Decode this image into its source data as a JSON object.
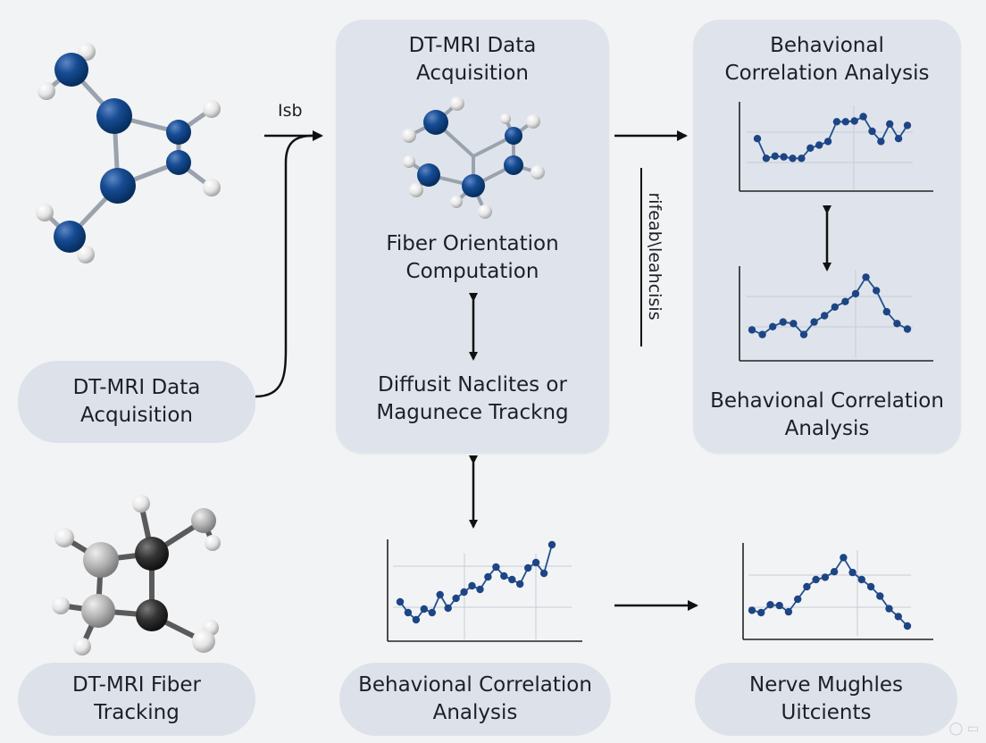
{
  "boxes": {
    "top_center_title": "DT-MRI Data\nAcquisition",
    "mid_center_label": "Fiber Orientation\nComputation",
    "lower_center_label": "Diffusit Naclites or\nMagunece Trackng",
    "top_right_title": "Behavional\nCorrelation Analysis",
    "right_bottom_label": "Behavional Correlation\nAnalysis",
    "left_pill": "DT-MRI Data\nAcquisition",
    "bottom_left_pill": "DT-MRI Fiber\nTracking",
    "bottom_center_pill": "Behavional Correlation\nAnalysis",
    "bottom_right_pill": "Nerve Mughles\nUitcients"
  },
  "connectors": {
    "arrow_label": "Isb",
    "vertical_label": "rifeab\\leahcisis"
  },
  "colors": {
    "panel": "#dfe4ec",
    "atom_blue": "#0d3f7d",
    "atom_white": "#e6e6e6",
    "atom_gray": "#a9a9a9",
    "atom_dark": "#2a2a2a",
    "line_series": "#23508f"
  },
  "chart_data": [
    {
      "type": "line",
      "x": [
        0,
        1,
        2,
        3,
        4,
        5,
        6,
        7,
        8,
        9,
        10,
        11,
        12,
        13,
        14,
        15,
        16,
        17
      ],
      "values": [
        0.62,
        0.35,
        0.38,
        0.37,
        0.35,
        0.35,
        0.49,
        0.53,
        0.58,
        0.85,
        0.85,
        0.86,
        0.92,
        0.72,
        0.58,
        0.82,
        0.62,
        0.8
      ]
    },
    {
      "type": "line",
      "x": [
        0,
        1,
        2,
        3,
        4,
        5,
        6,
        7,
        8,
        9,
        10,
        11,
        12,
        13,
        14,
        15
      ],
      "values": [
        0.28,
        0.22,
        0.32,
        0.38,
        0.36,
        0.22,
        0.38,
        0.46,
        0.57,
        0.64,
        0.74,
        0.95,
        0.78,
        0.51,
        0.36,
        0.29
      ]
    },
    {
      "type": "line",
      "x": [
        0,
        1,
        2,
        3,
        4,
        5,
        6,
        7,
        8,
        9,
        10,
        11,
        12,
        13,
        14,
        15,
        16,
        17,
        18,
        19
      ],
      "values": [
        0.34,
        0.22,
        0.14,
        0.26,
        0.22,
        0.42,
        0.27,
        0.38,
        0.45,
        0.52,
        0.48,
        0.62,
        0.73,
        0.63,
        0.59,
        0.54,
        0.72,
        0.78,
        0.66,
        0.98
      ]
    },
    {
      "type": "line",
      "x": [
        0,
        1,
        2,
        3,
        4,
        5,
        6,
        7,
        8,
        9,
        10,
        11,
        12,
        13,
        14,
        15,
        16,
        17
      ],
      "values": [
        0.28,
        0.25,
        0.35,
        0.34,
        0.26,
        0.42,
        0.58,
        0.67,
        0.7,
        0.77,
        0.95,
        0.76,
        0.67,
        0.58,
        0.46,
        0.3,
        0.2,
        0.08
      ]
    }
  ]
}
